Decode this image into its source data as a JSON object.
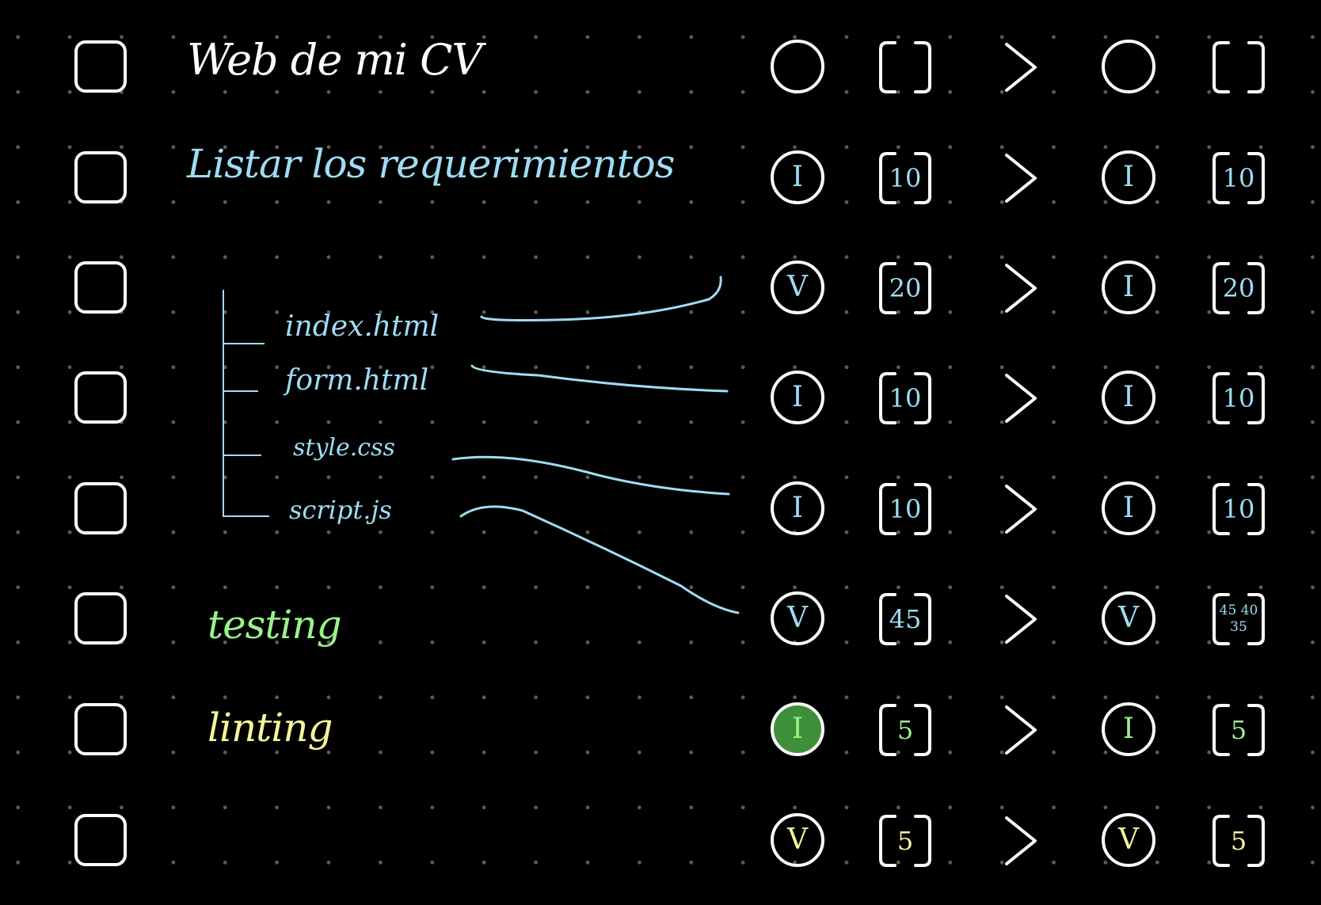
{
  "title": "Web de mi CV",
  "requirements_label": "Listar los requerimientos",
  "files": [
    {
      "name": "index.html"
    },
    {
      "name": "form.html"
    },
    {
      "name": "style.css"
    },
    {
      "name": "script.js"
    }
  ],
  "testing_label": "testing",
  "linting_label": "linting",
  "colors": {
    "blue": "#9fdcf5",
    "green": "#9af28a",
    "yellow": "#f3f59a",
    "white": "#ffffff"
  },
  "rows": [
    {
      "before": {
        "type": "",
        "points": ""
      },
      "after": {
        "type": "",
        "points": ""
      },
      "color": "white"
    },
    {
      "before": {
        "type": "I",
        "points": "10"
      },
      "after": {
        "type": "I",
        "points": "10"
      },
      "color": "blue"
    },
    {
      "before": {
        "type": "V",
        "points": "20"
      },
      "after": {
        "type": "I",
        "points": "20"
      },
      "color": "blue"
    },
    {
      "before": {
        "type": "I",
        "points": "10"
      },
      "after": {
        "type": "I",
        "points": "10"
      },
      "color": "blue"
    },
    {
      "before": {
        "type": "I",
        "points": "10"
      },
      "after": {
        "type": "I",
        "points": "10"
      },
      "color": "blue"
    },
    {
      "before": {
        "type": "V",
        "points": "45"
      },
      "after": {
        "type": "V",
        "points": "45 40\n35"
      },
      "color": "blue"
    },
    {
      "before": {
        "type": "I",
        "points": "5"
      },
      "after": {
        "type": "I",
        "points": "5"
      },
      "color": "green"
    },
    {
      "before": {
        "type": "V",
        "points": "5"
      },
      "after": {
        "type": "V",
        "points": "5"
      },
      "color": "yellow"
    }
  ]
}
